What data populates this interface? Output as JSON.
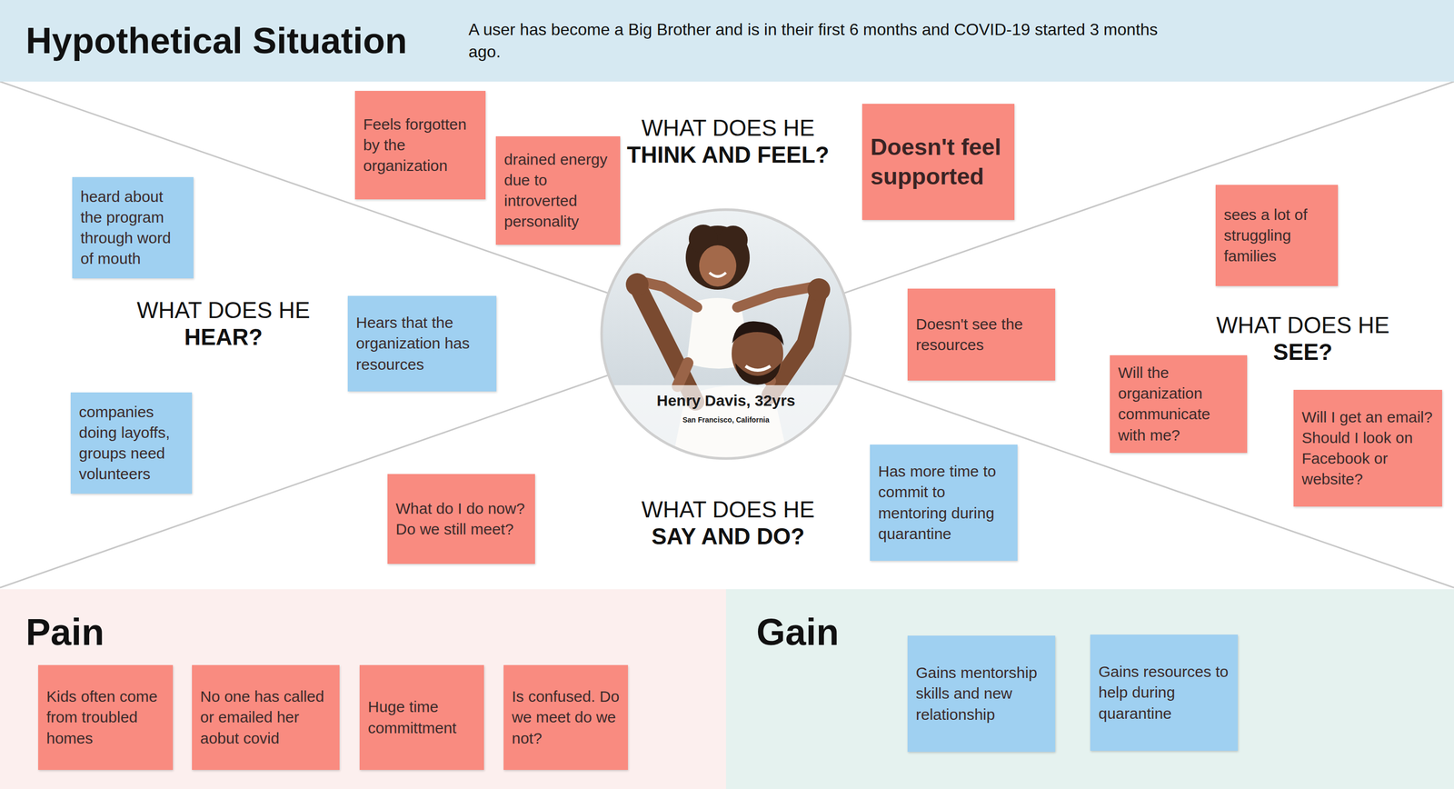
{
  "diagram": {
    "nodes": [
      {
        "text": [
          "Hypothetical Situation",
          "A user has become a Big Brother and is in their first 6 months and COVID-19 started 3 months ago."
        ]
      },
      {
        "text": [
          "Feels forgotten by the organization"
        ]
      },
      {
        "text": [
          "drained energy due to introverted personality"
        ]
      },
      {
        "text": [
          "Doesn't feel supported"
        ]
      },
      {
        "text": [
          "heard about the program through word of mouth"
        ]
      },
      {
        "text": [
          "sees a lot of struggling families"
        ]
      },
      {
        "text": [
          "Hears that the organization has resources"
        ]
      },
      {
        "text": [
          "Henry Davis, 32yrs",
          "San Francisco, California"
        ]
      },
      {
        "text": [
          "Doesn't see the resources"
        ]
      },
      {
        "text": [
          "Will the organization communicate with me?"
        ]
      },
      {
        "text": [
          "Will I get an email? Should I look on Facebook or website?"
        ]
      },
      {
        "text": [
          "companies doing layoffs, groups need volunteers"
        ]
      },
      {
        "text": [
          "Has more time to commit to mentoring during quarantine"
        ]
      },
      {
        "text": [
          "What do I do now? Do we still meet?"
        ]
      },
      {
        "text": [
          "Pain"
        ]
      },
      {
        "text": [
          "Kids often come from troubled homes"
        ],
        "in": 14
      },
      {
        "text": [
          "No one has called or emailed her aobut covid"
        ],
        "in": 14
      },
      {
        "text": [
          "Huge time committment"
        ],
        "in": 14
      },
      {
        "text": [
          "Is confused. Do we meet do we not?"
        ],
        "in": 14
      },
      {
        "text": [
          "Gain"
        ]
      },
      {
        "text": [
          "Gains mentorship skills and new relationship"
        ],
        "in": 19
      },
      {
        "text": [
          "Gains resources to help during quarantine"
        ],
        "in": 19
      }
    ],
    "labels": [
      "WHAT DOES HE",
      "THINK AND FEEL?",
      "WHAT DOES HE",
      "HEAR?",
      "WHAT DOES HE",
      "SEE?",
      "WHAT DOES HE",
      "SAY AND DO?"
    ]
  }
}
